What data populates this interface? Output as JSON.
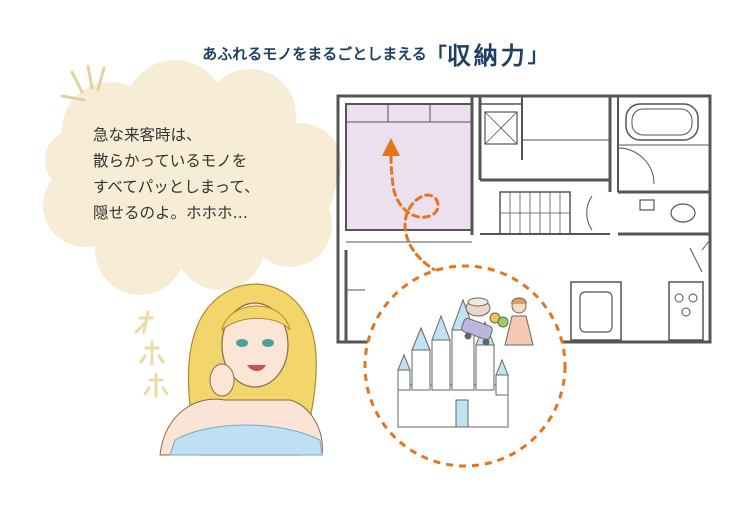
{
  "headline": {
    "sub": "あふれるモノをまるごとしまえる",
    "open_bracket": "「",
    "main": "収納力",
    "close_bracket": "」"
  },
  "speech": {
    "lines": [
      "急な来客時は、",
      "散らかっているモノを",
      "すべてパッとしまって、",
      "隠せるのよ。ホホホ…"
    ]
  },
  "colors": {
    "headline": "#1f3f63",
    "bubble": "#f7ecd6",
    "storage_room": "#ecdff0",
    "arrow": "#e6741b",
    "wall": "#555555",
    "castle": "#bfe3f3"
  },
  "icons": [
    "burst-marks",
    "castle-icon",
    "toy-car-icon",
    "doll-icon",
    "pot-icon",
    "toilet-icon",
    "bathtub-icon",
    "sink-icon",
    "stove-icon"
  ]
}
